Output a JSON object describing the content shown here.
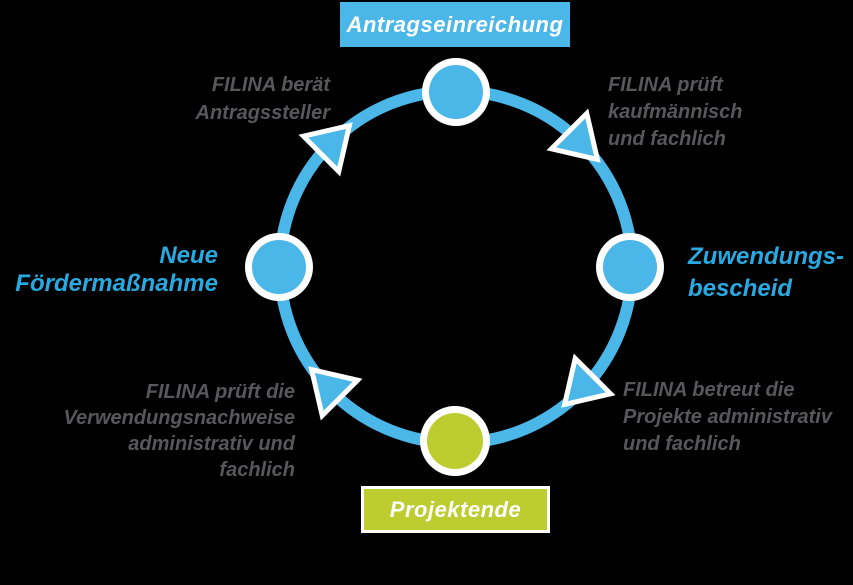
{
  "colors": {
    "bg": "#000000",
    "blue": "#4bb7e8",
    "blueText": "#29a9e1",
    "green": "#bdcc2e",
    "gray": "#58585b"
  },
  "milestones": {
    "top": "Antragseinreichung",
    "bottom": "Projektende"
  },
  "side_labels": {
    "left": {
      "lines": [
        "Neue",
        "Fördermaßnahme"
      ]
    },
    "right": {
      "lines": [
        "Zuwendungs-",
        "bescheid"
      ]
    }
  },
  "steps": {
    "top_left": {
      "lines": [
        "FILINA berät",
        "Antragssteller"
      ]
    },
    "top_right": {
      "lines": [
        "FILINA prüft",
        "kaufmännisch",
        "und fachlich"
      ]
    },
    "bottom_right": {
      "lines": [
        "FILINA betreut die",
        "Projekte administrativ",
        "und fachlich"
      ]
    },
    "bottom_left": {
      "lines": [
        "FILINA prüft die",
        "Verwendungsnachweise",
        "administrativ und",
        "fachlich"
      ]
    }
  }
}
